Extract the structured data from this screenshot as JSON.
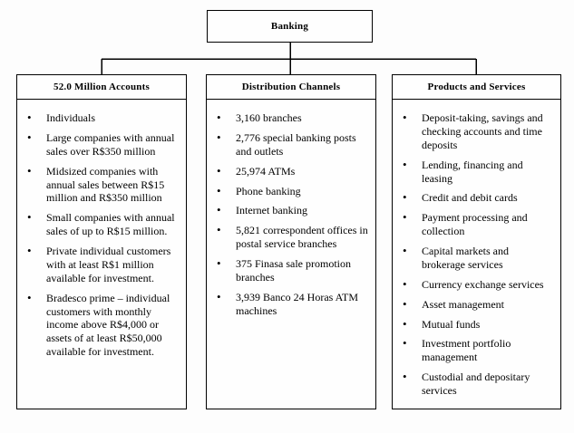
{
  "diagram": {
    "root": {
      "label": "Banking"
    },
    "columns": [
      {
        "header": "52.0 Million Accounts",
        "items": [
          "Individuals",
          "Large companies with annual sales over R$350 million",
          "Midsized companies with annual sales between R$15 million and R$350 million",
          "Small companies with annual sales of up to R$15 million.",
          "Private individual customers with at least R$1 million available for investment.",
          "Bradesco prime – individual customers with monthly income above R$4,000 or assets of at least R$50,000 available for investment."
        ]
      },
      {
        "header": "Distribution Channels",
        "items": [
          "3,160 branches",
          "2,776 special banking posts and outlets",
          "25,974 ATMs",
          "Phone banking",
          "Internet banking",
          "5,821 correspondent offices in postal service branches",
          "375 Finasa sale promotion branches",
          "3,939 Banco 24 Horas ATM machines"
        ]
      },
      {
        "header": "Products and Services",
        "items": [
          "Deposit-taking, savings and checking accounts and time deposits",
          "Lending, financing and leasing",
          "Credit and debit cards",
          "Payment processing and collection",
          "Capital markets and brokerage services",
          "Currency exchange services",
          "Asset management",
          "Mutual funds",
          "Investment portfolio management",
          "Custodial and depositary services"
        ]
      }
    ],
    "colors": {
      "line": "#000000",
      "text": "#000000",
      "background": "#fdfdfd",
      "box_fill": "#fefefe"
    }
  }
}
